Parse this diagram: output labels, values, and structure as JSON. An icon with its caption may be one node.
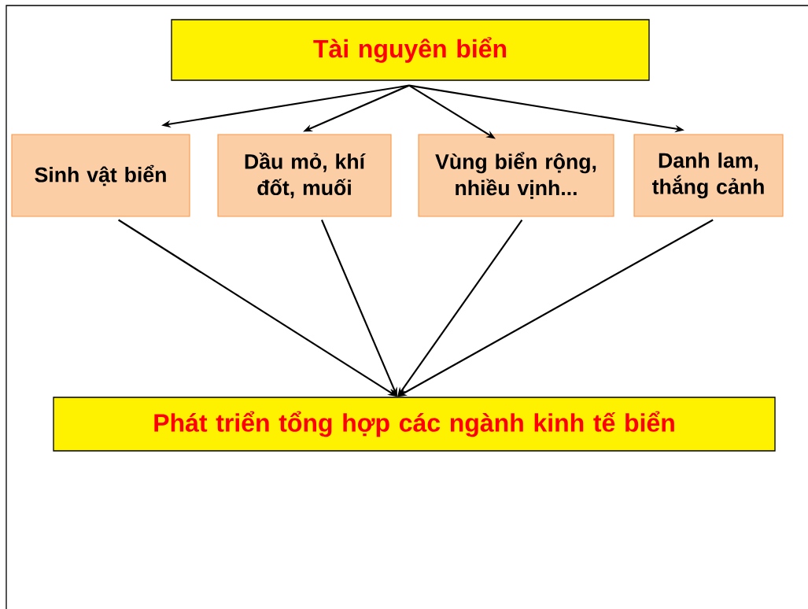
{
  "diagram": {
    "nodes": [
      {
        "text": [
          "Tài nguyên biển"
        ]
      },
      {
        "text": [
          "Sinh vật biển"
        ]
      },
      {
        "text": [
          "Dầu mỏ, khí đốt, muối"
        ]
      },
      {
        "text": [
          "Vùng biển rộng, nhiều vịnh..."
        ]
      },
      {
        "text": [
          "Danh lam, thắng cảnh"
        ]
      },
      {
        "text": [
          "Phát triển tổng hợp các ngành kinh tế biển"
        ]
      }
    ],
    "edges": [
      {
        "from": 0,
        "to": 1,
        "arrow": "to"
      },
      {
        "from": 0,
        "to": 2,
        "arrow": "to"
      },
      {
        "from": 0,
        "to": 3,
        "arrow": "to"
      },
      {
        "from": 0,
        "to": 4,
        "arrow": "to"
      },
      {
        "from": 1,
        "to": 5,
        "arrow": "to"
      },
      {
        "from": 2,
        "to": 5,
        "arrow": "to"
      },
      {
        "from": 3,
        "to": 5,
        "arrow": "to"
      },
      {
        "from": 4,
        "to": 5,
        "arrow": "to"
      }
    ]
  }
}
